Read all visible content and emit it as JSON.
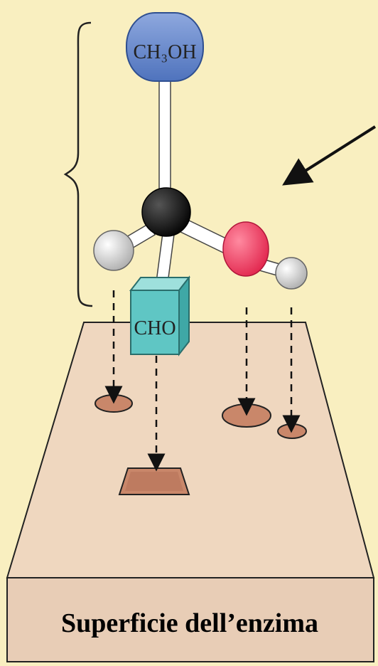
{
  "diagram": {
    "groups": {
      "top": "CH₃OH",
      "front": "CHO"
    },
    "caption": "Superficie dell’enzima"
  },
  "colors": {
    "background": "#f9efc0",
    "surface_top": "#efd7bf",
    "surface_front": "#e8cdb6",
    "binding_site": "#c9876a",
    "carbon_atom": "#111111",
    "oxygen_atom": "#ef4d6d",
    "hydrogen_atom": "#d9d9d9",
    "ch2oh_group": "#6b8ed0",
    "cho_group": "#5fc6c4"
  }
}
